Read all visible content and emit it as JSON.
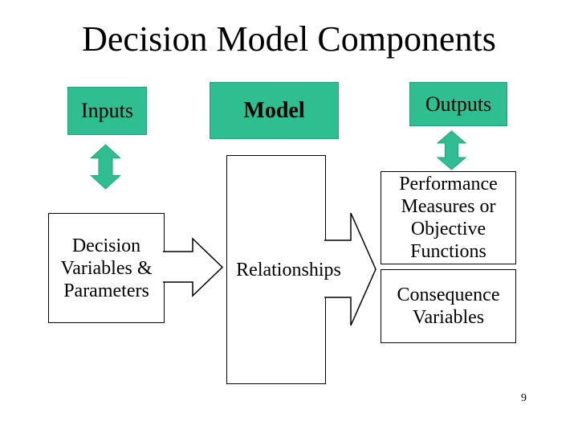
{
  "slide": {
    "title": "Decision Model Components",
    "page_number": "9",
    "background_color": "#FFFFFF",
    "text_color": "#000000"
  },
  "header_boxes": {
    "inputs": {
      "label": "Inputs"
    },
    "model": {
      "label": "Model"
    },
    "outputs": {
      "label": "Outputs"
    }
  },
  "diagram": {
    "decision_box": {
      "lines": [
        "Decision",
        "Variables &",
        "Parameters"
      ]
    },
    "relationships_box": {
      "label": "Relationships"
    },
    "performance_box": {
      "lines": [
        "Performance",
        "Measures or",
        "Objective",
        "Functions"
      ]
    },
    "consequence_box": {
      "lines": [
        "Consequence",
        "Variables"
      ]
    }
  },
  "icons": {
    "inputs_flow": "up-down-double-arrow",
    "outputs_flow": "up-down-double-arrow",
    "decision_to_relationships": "right-block-arrow",
    "relationships_to_outputs": "right-block-arrow"
  },
  "colors": {
    "teal_fill": "#2FBE90",
    "teal_border": "#26A07A",
    "outline_black": "#000000"
  }
}
